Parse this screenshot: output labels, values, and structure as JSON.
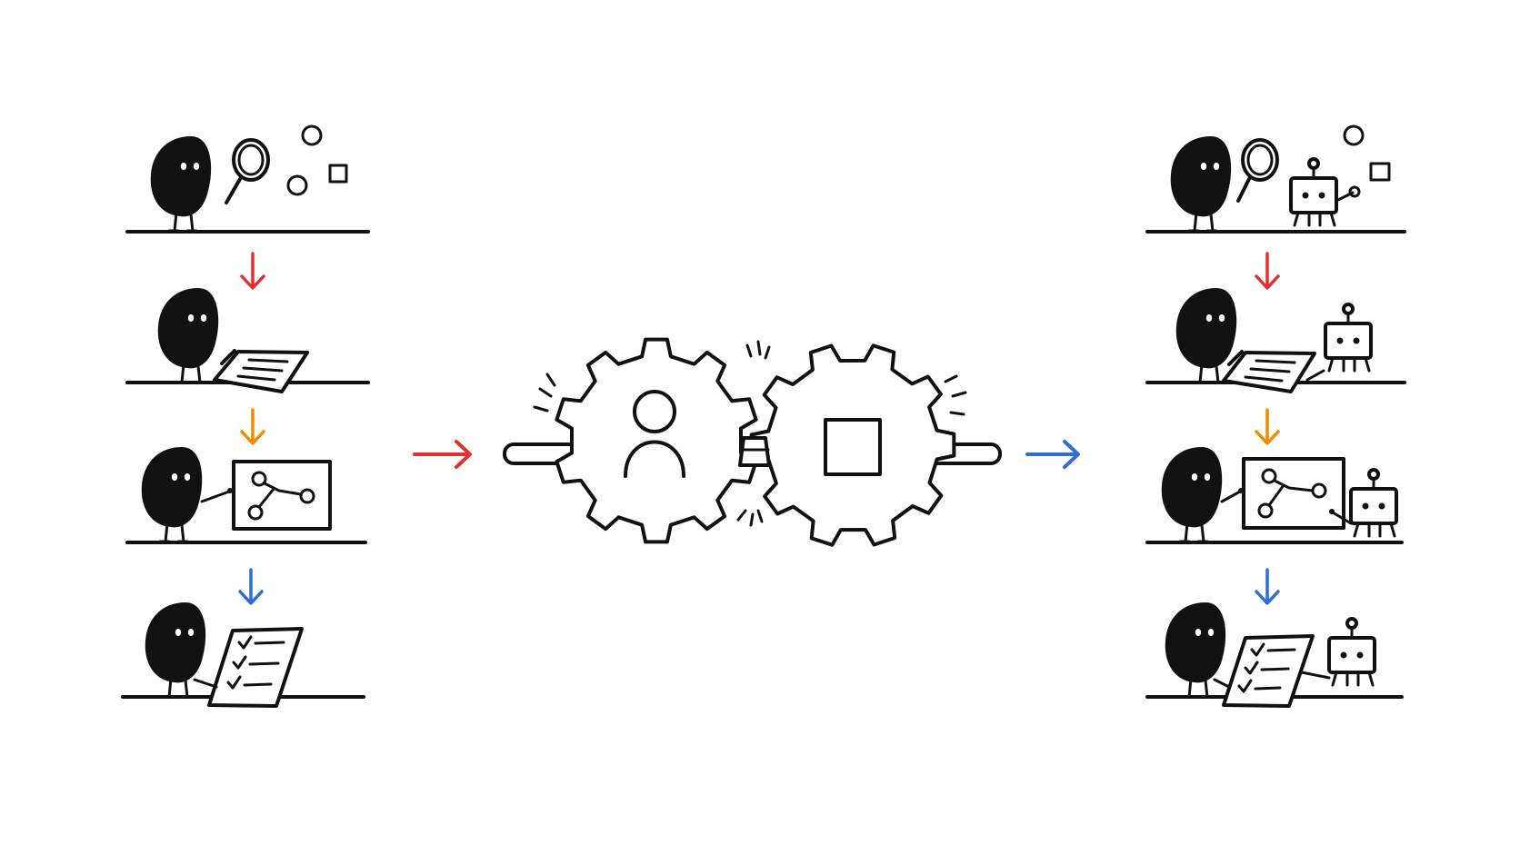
{
  "colors": {
    "background": "#ffffff",
    "ink": "#111111",
    "red": "#e03131",
    "orange": "#f08c00",
    "blue": "#2f6fd0"
  },
  "left_column": {
    "steps": [
      {
        "activity": "investigate",
        "icon": "magnifier-icon"
      },
      {
        "activity": "write",
        "icon": "paper-icon"
      },
      {
        "activity": "plan",
        "icon": "node-graph-board-icon"
      },
      {
        "activity": "review",
        "icon": "checklist-icon"
      }
    ],
    "arrows": [
      "red",
      "orange",
      "blue"
    ]
  },
  "center": {
    "left_gear_icon": "person-icon",
    "right_gear_icon": "square-icon",
    "in_arrow": "red",
    "out_arrow": "blue"
  },
  "right_column": {
    "steps": [
      {
        "activity": "investigate",
        "icon": "robot-icon"
      },
      {
        "activity": "write",
        "icon": "robot-icon"
      },
      {
        "activity": "plan",
        "icon": "robot-icon"
      },
      {
        "activity": "review",
        "icon": "robot-icon"
      }
    ],
    "arrows": [
      "red",
      "orange",
      "blue"
    ]
  }
}
